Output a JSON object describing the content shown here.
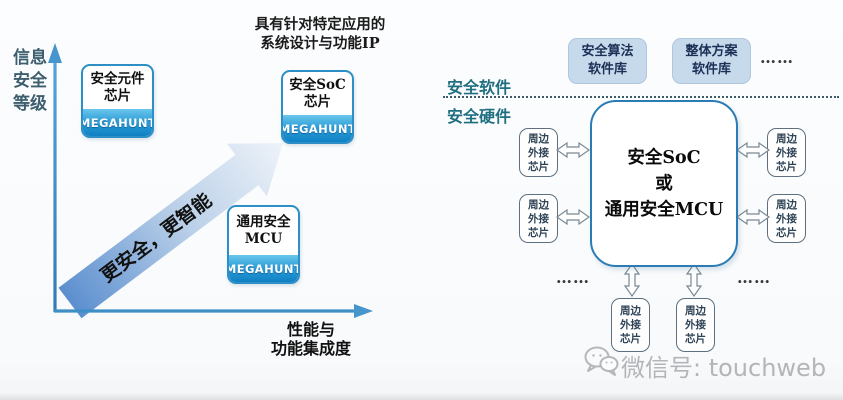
{
  "left_chart": {
    "y_axis_label_lines": [
      "信息",
      "安全",
      "等级"
    ],
    "x_axis_label_lines": [
      "性能与",
      "功能集成度"
    ],
    "annotation_lines": [
      "具有针对特定应用的",
      "系统设计与功能IP"
    ],
    "trend_arrow_text": "更安全，更智能",
    "brand": "MEGAHUNT",
    "product_boxes": [
      {
        "line1": "安全元件",
        "line2": "芯片"
      },
      {
        "line1": "安全SoC",
        "line2": "芯片"
      },
      {
        "line1": "通用安全",
        "line2": "MCU"
      }
    ],
    "colors": {
      "axis": "#3f8fc7",
      "banner_top": "#6cc6ec",
      "banner_bottom": "#0f81c4",
      "arrow_start": "#4f86cc",
      "arrow_end": "#eef3f9"
    }
  },
  "right_diagram": {
    "software_layer_label": "安全软件",
    "hardware_layer_label": "安全硬件",
    "software_boxes": [
      {
        "line1": "安全算法",
        "line2": "软件库"
      },
      {
        "line1": "整体方案",
        "line2": "软件库"
      }
    ],
    "central_box_lines": [
      "安全SoC",
      "或",
      "通用安全MCU"
    ],
    "peripheral_box": {
      "line1": "周边",
      "line2": "外接",
      "line3": "芯片"
    },
    "ellipsis": "……",
    "colors": {
      "software_box_bg": "#c7daec",
      "central_border": "#2b7cb5",
      "layer_label_color": "#1f6f80"
    }
  },
  "watermark": {
    "text": "微信号: touchweb",
    "color": "#b3b5b8"
  }
}
